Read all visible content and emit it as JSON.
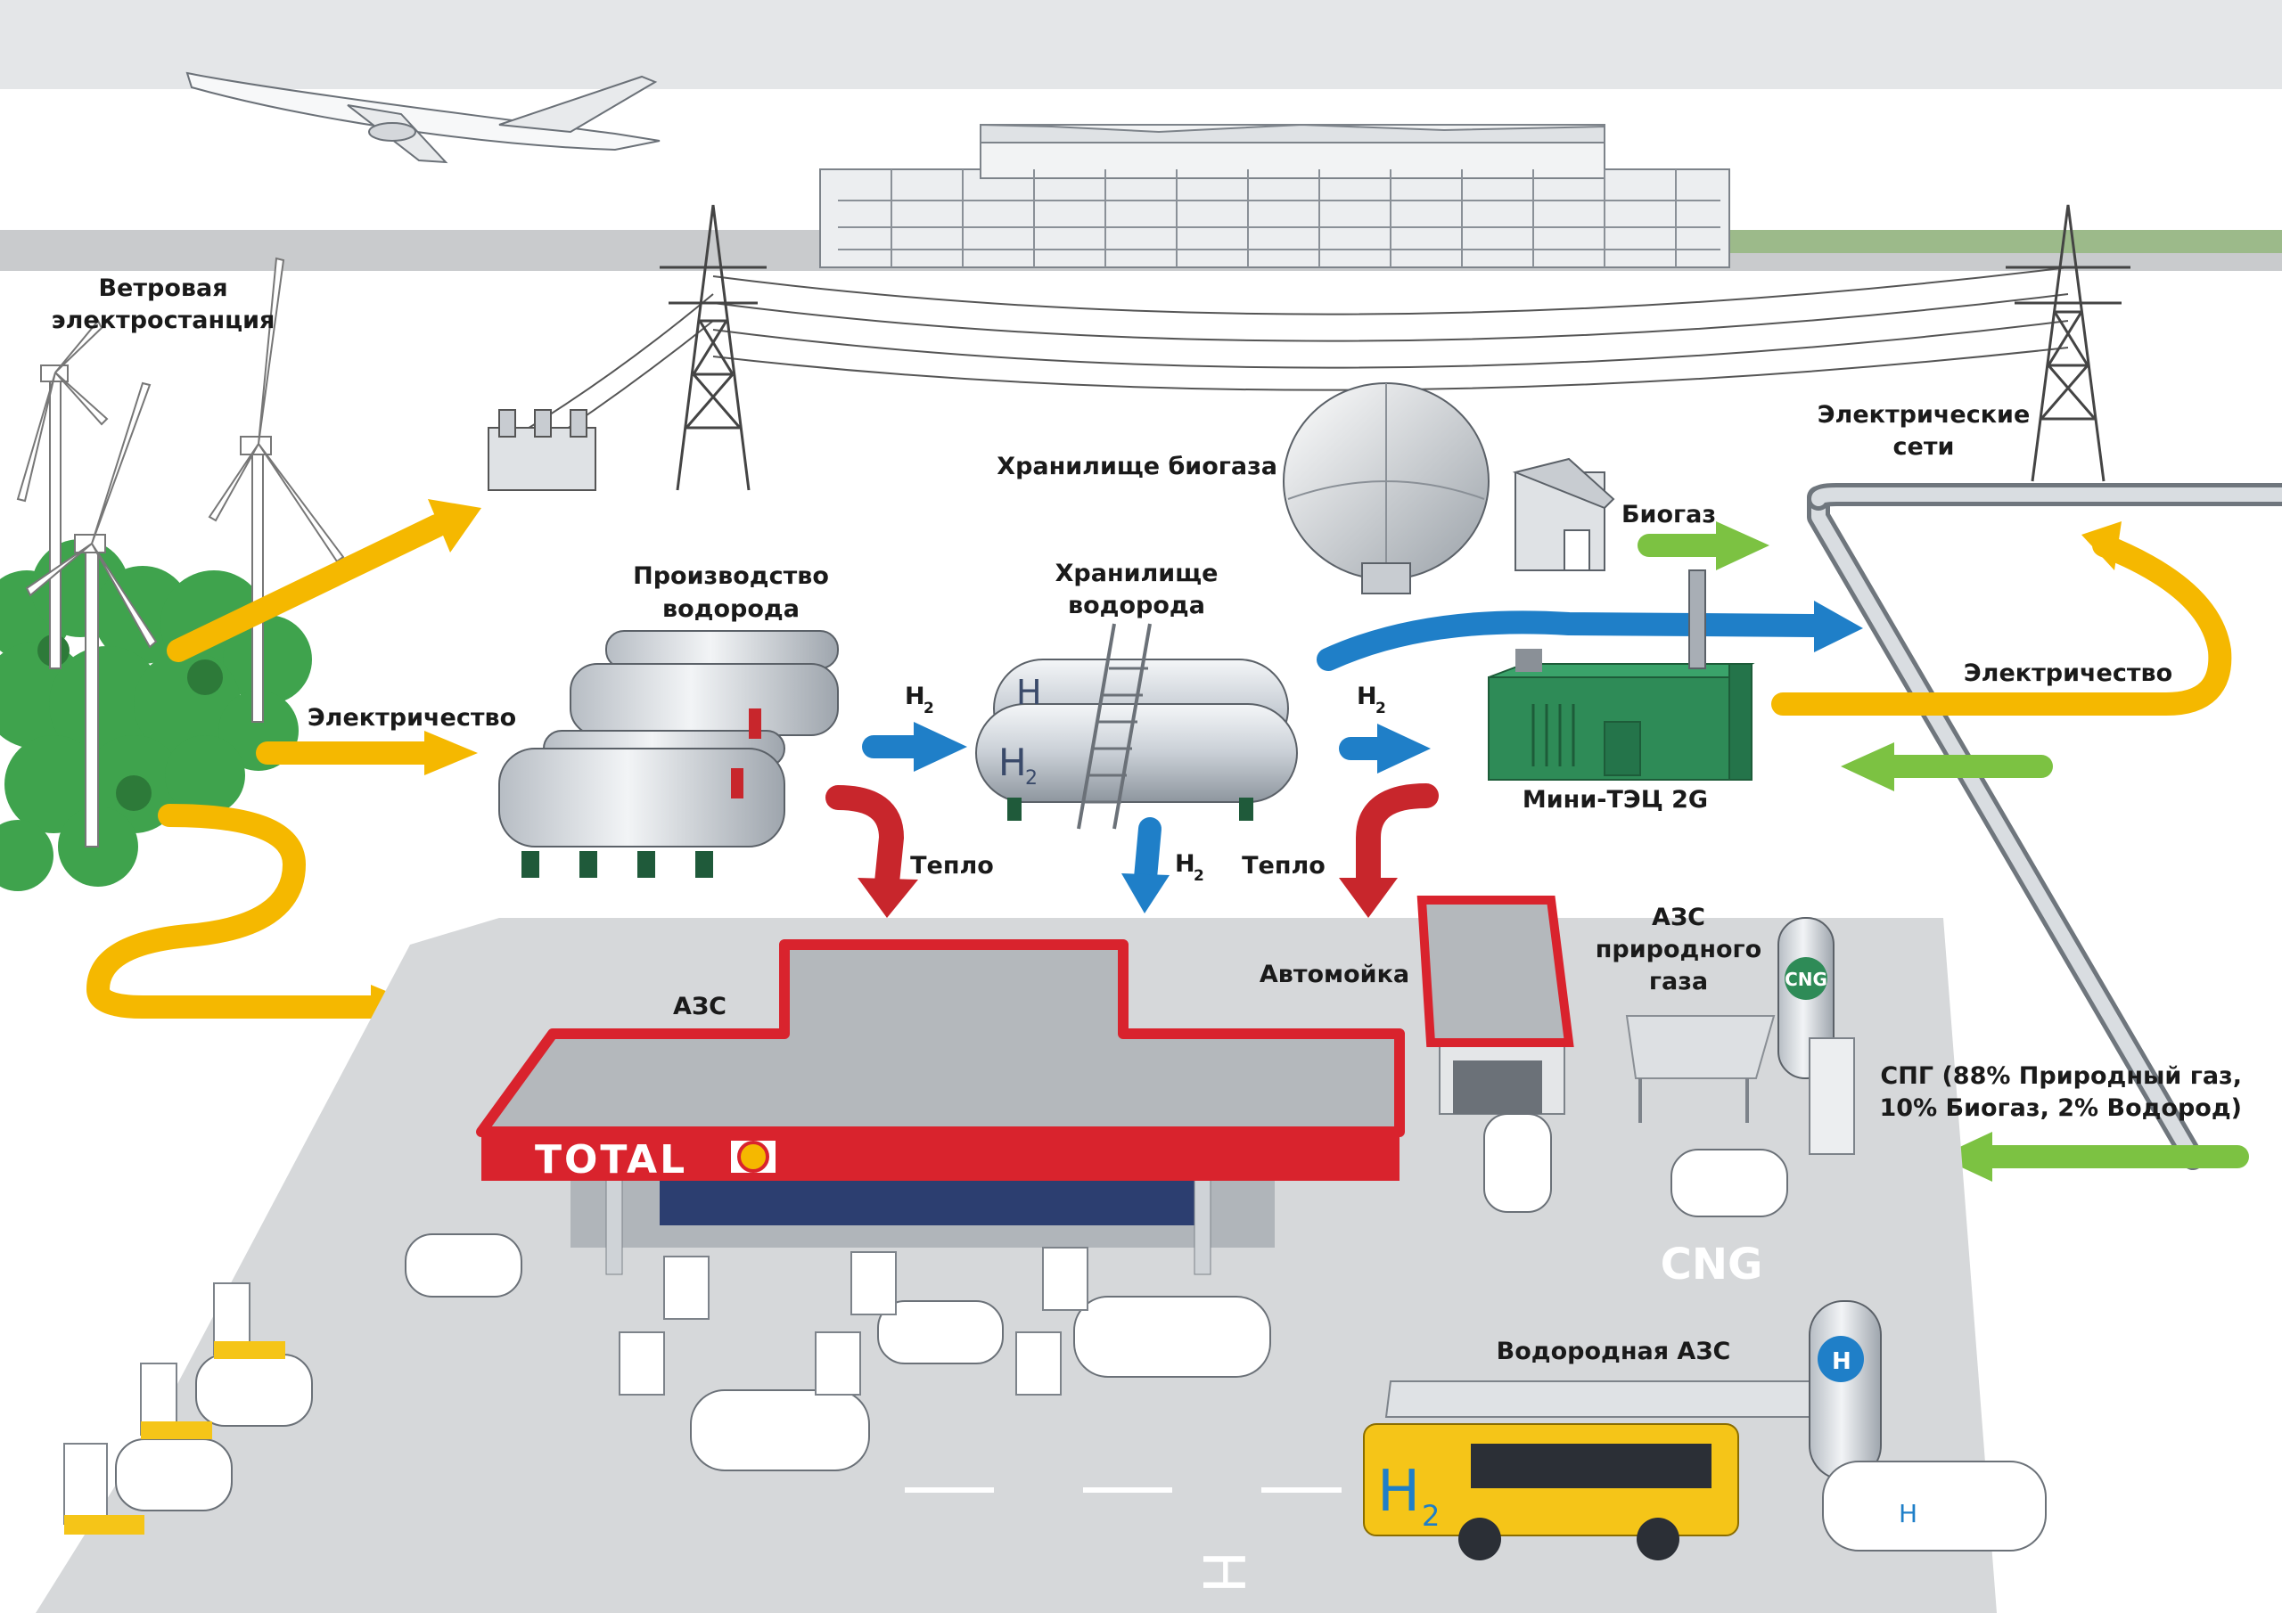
{
  "labels": {
    "wind": [
      "Ветровая",
      "электростанция"
    ],
    "h2_production": [
      "Производство",
      "водорода"
    ],
    "h2_storage": [
      "Хранилище",
      "водорода"
    ],
    "biogas_storage": "Хранилище биогаза",
    "power_grid": [
      "Электрические",
      "сети"
    ],
    "biogas": "Биогаз",
    "electricity_left": "Электричество",
    "electricity_right": "Электричество",
    "chp": "Мини-ТЭЦ 2G",
    "heat_left": "Тепло",
    "heat_right": "Тепло",
    "h2_arrow_1": "H",
    "h2_arrow_2": "H",
    "h2_arrow_down": "H",
    "h2_subscript": "2",
    "station": "АЗС",
    "car_wash": "Автомойка",
    "cng_station": [
      "АЗС",
      "природного",
      "газа"
    ],
    "cng_mix": [
      "СПГ (88% Природный газ,",
      "10% Биогаз, 2% Водород)"
    ],
    "h2_station": "Водородная АЗС",
    "brand": "TOTAL",
    "cng_badge": "CNG",
    "cng_ground": "CNG",
    "h2_badge": "H",
    "bus_badge": "H",
    "tank_badge": "H",
    "car_badge": "H",
    "ground_h2": "H"
  },
  "colors": {
    "electricity": "#f5b800",
    "biogas": "#7cc242",
    "hydrogen": "#1f7fc8",
    "heat": "#c8262c",
    "brand_red": "#d9232d",
    "chp_green": "#2e8b57",
    "bus_yellow": "#f5c518",
    "trees": "#3fa34d"
  }
}
